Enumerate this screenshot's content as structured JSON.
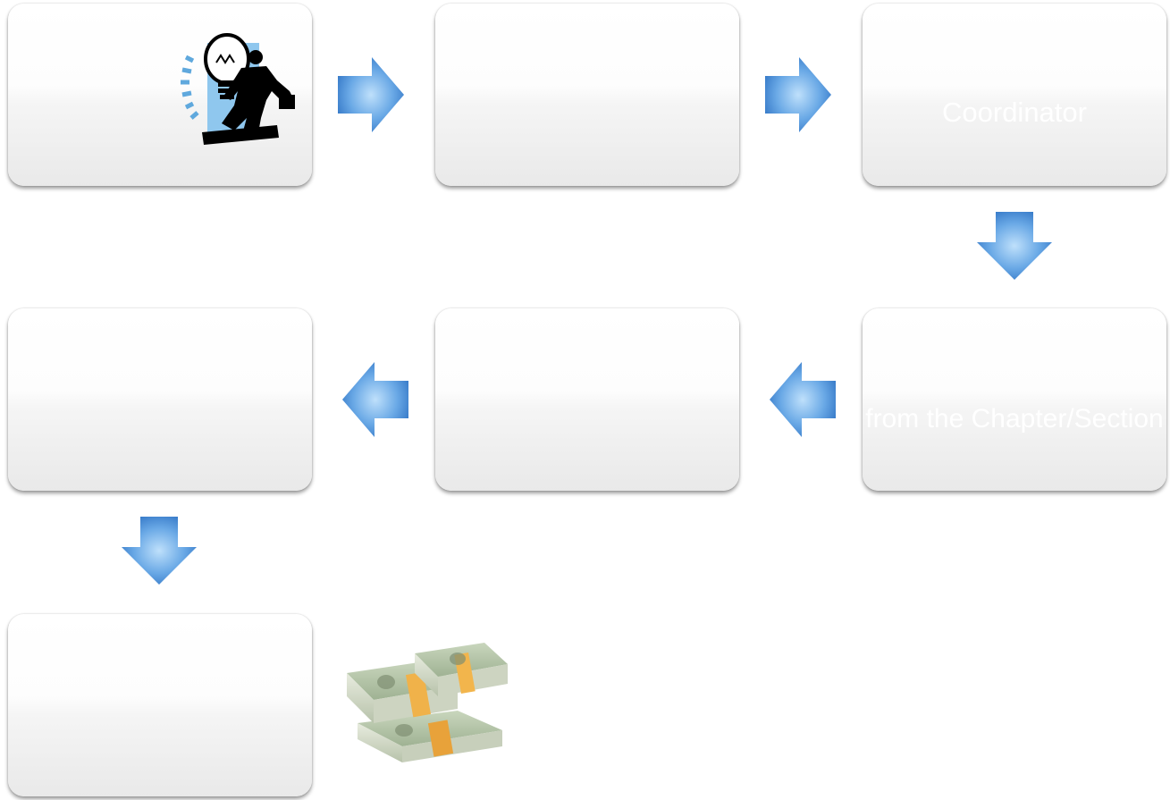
{
  "diagram": {
    "steps": [
      {
        "id": "idea",
        "text": ""
      },
      {
        "id": "application",
        "text": ""
      },
      {
        "id": "coordinator",
        "text": "Coordinator"
      },
      {
        "id": "chapter-section",
        "text": "from the Chapter/Section"
      },
      {
        "id": "review",
        "text": ""
      },
      {
        "id": "approval",
        "text": ""
      },
      {
        "id": "funding",
        "text": ""
      }
    ],
    "arrow_color": "#4a90d9",
    "box_text_color": "#ffffff"
  }
}
